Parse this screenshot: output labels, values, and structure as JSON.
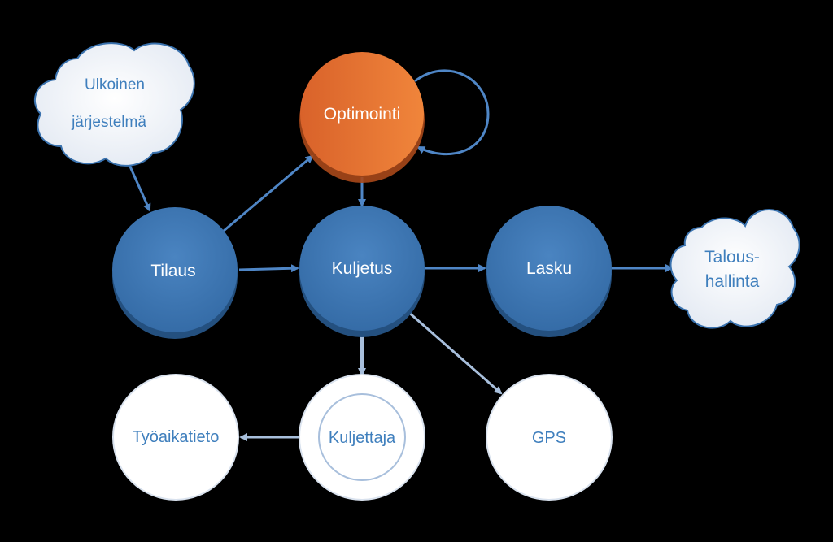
{
  "diagram": {
    "nodes": {
      "ulkoinen": {
        "line1": "Ulkoinen",
        "line2": "järjestelmä"
      },
      "optimointi": {
        "label": "Optimointi"
      },
      "tilaus": {
        "label": "Tilaus"
      },
      "kuljetus": {
        "label": "Kuljetus"
      },
      "lasku": {
        "label": "Lasku"
      },
      "taloushallinta": {
        "line1": "Talous-",
        "line2": "hallinta"
      },
      "tyoaikatieto": {
        "label": "Työaikatieto"
      },
      "kuljettaja": {
        "label": "Kuljettaja"
      },
      "gps": {
        "label": "GPS"
      }
    },
    "colors": {
      "background": "#000000",
      "blue_node": "#3a72ae",
      "blue_node_dark": "#24507f",
      "orange_node": "#e57432",
      "orange_node_dark": "#c25319",
      "arrow": "#4f86c6",
      "arrow_light": "#a8bfdc",
      "light_node_text": "#3f7fbd"
    }
  }
}
